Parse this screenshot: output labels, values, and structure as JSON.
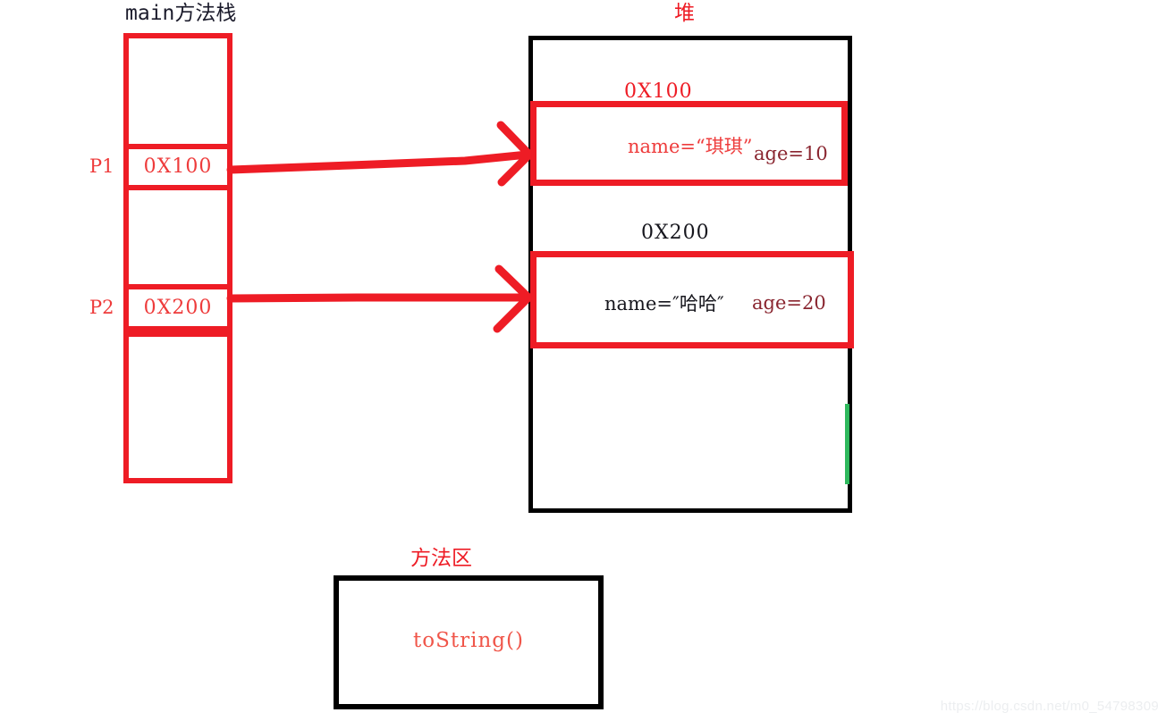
{
  "diagram": {
    "watermark": "https://blog.csdn.net/m0_54798309",
    "colors": {
      "red": "#ee1c25",
      "light_red": "#ee3b3b",
      "black": "#000000",
      "dark_red": "#9e2b35",
      "green_artifact": "#2eb85c",
      "watermark_gray": "#eceef0"
    }
  },
  "stack": {
    "title": "main方法栈",
    "slots": [
      {
        "pointer": "",
        "value": ""
      },
      {
        "pointer": "P1",
        "value": "0X100"
      },
      {
        "pointer": "",
        "value": ""
      },
      {
        "pointer": "P2",
        "value": "0X200"
      },
      {
        "pointer": "",
        "value": ""
      }
    ]
  },
  "heap": {
    "title": "堆",
    "objects": [
      {
        "address": "0X100",
        "name_field": "name=“琪琪”",
        "age_field": "age=10"
      },
      {
        "address": "0X200",
        "name_field": "name=″哈哈″",
        "age_field": "age=20"
      }
    ]
  },
  "method_area": {
    "title": "方法区",
    "method": "toString()"
  },
  "arrows": [
    {
      "from": "P1",
      "to": "0X100",
      "label": ""
    },
    {
      "from": "P2",
      "to": "0X200",
      "label": ""
    }
  ]
}
